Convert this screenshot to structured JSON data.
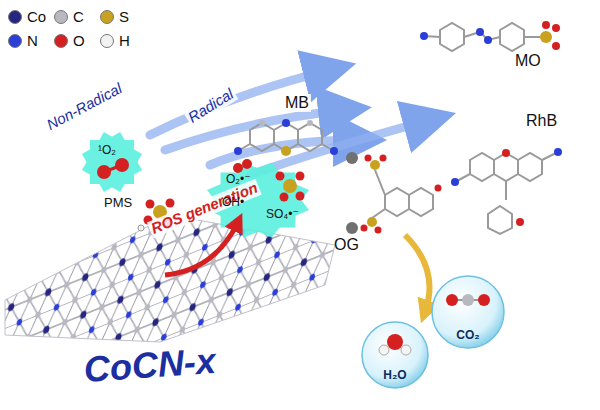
{
  "diagram": {
    "nodes": [
      {
        "text": [
          "H₂O"
        ]
      },
      {
        "text": [
          "CO₂"
        ]
      }
    ],
    "labels": [
      "MB",
      "MO",
      "RhB",
      "OG",
      "Non-Radical",
      "Radical",
      "PMS",
      "ROS generation",
      "CoCN-x",
      "¹O₂",
      "O₂•⁻",
      "OH•",
      "SO₄•⁻"
    ],
    "legend": [
      {
        "text": "Co",
        "color": "#262680"
      },
      {
        "text": "C",
        "color": "#b8b8c0"
      },
      {
        "text": "S",
        "color": "#c8a21e"
      },
      {
        "text": "N",
        "color": "#2b3fd8"
      },
      {
        "text": "O",
        "color": "#d42020"
      },
      {
        "text": "H",
        "color": "#f2f2f2"
      }
    ]
  }
}
